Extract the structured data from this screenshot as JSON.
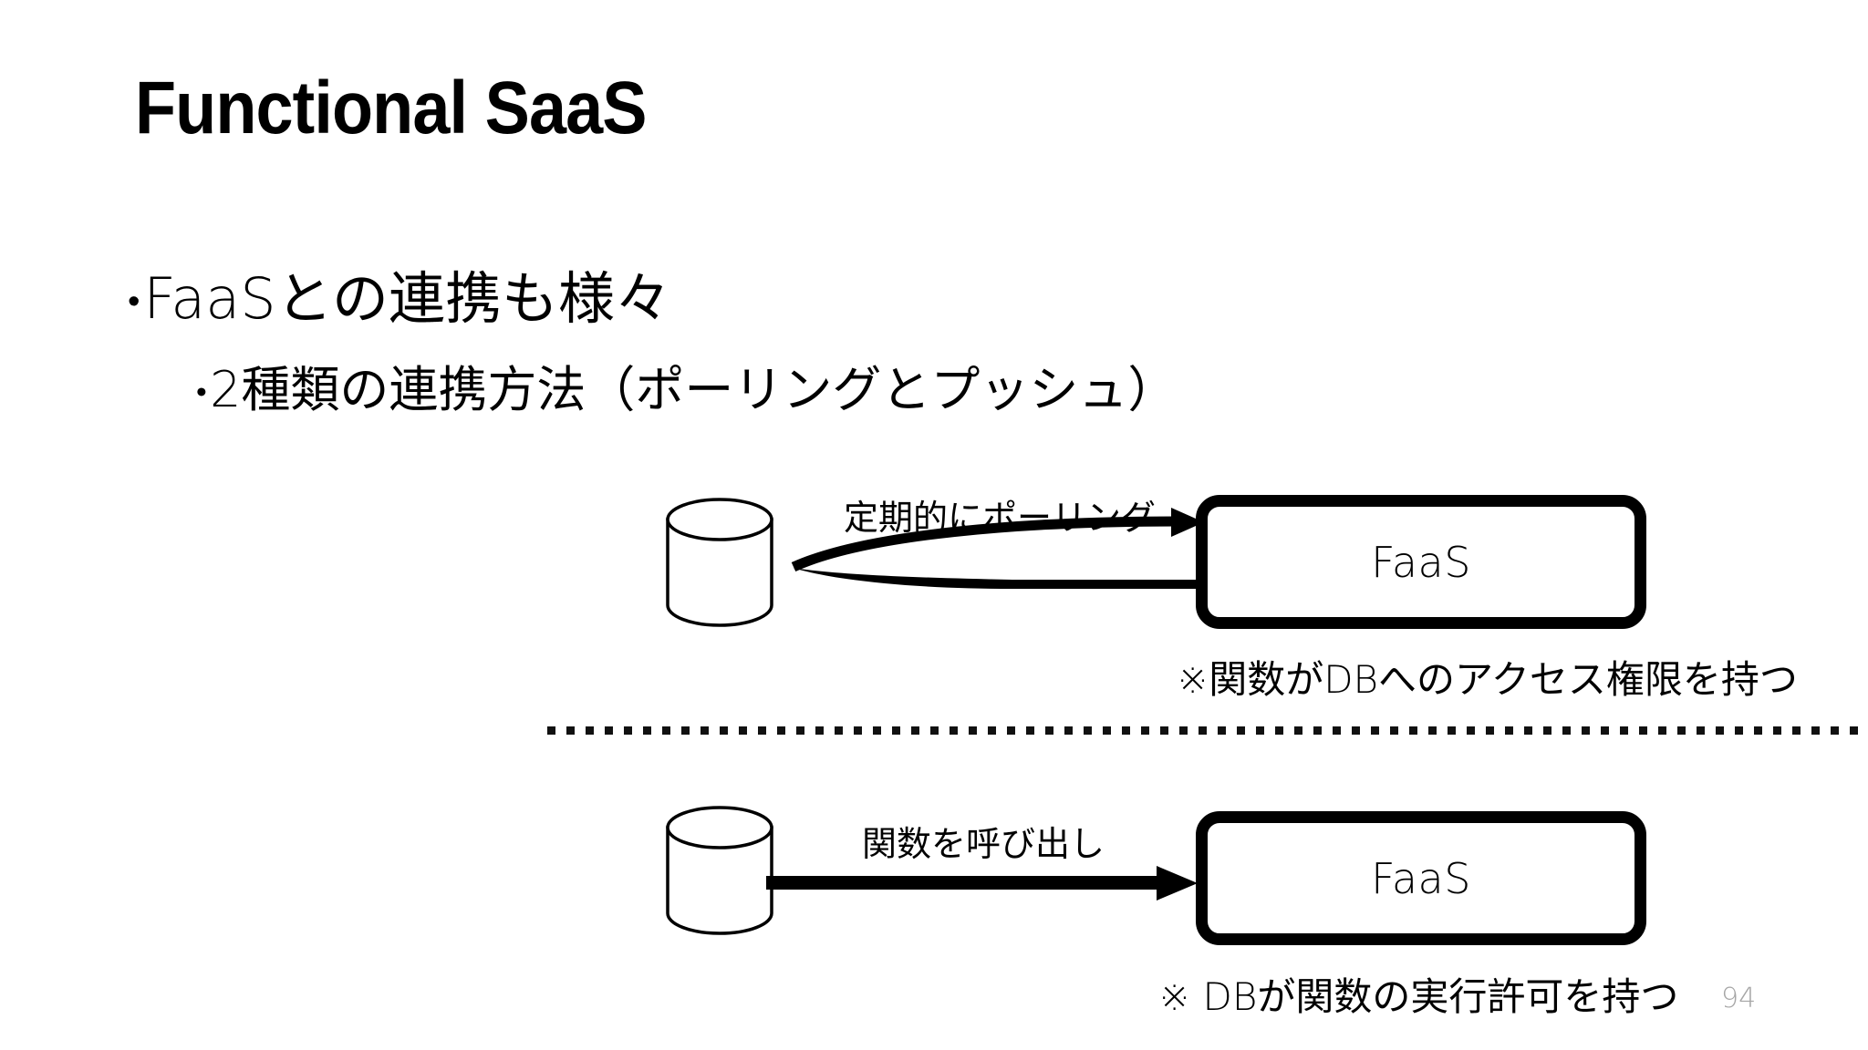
{
  "slide": {
    "title": "Functional SaaS",
    "page_number": "94",
    "background_color": "#ffffff",
    "text_color": "#000000",
    "page_number_color": "#a6a6a6"
  },
  "bullets": [
    {
      "level": 1,
      "marker": "•",
      "text": "FaaSとの連携も様々"
    },
    {
      "level": 2,
      "marker": "•",
      "text": "2種類の連携方法（ポーリングとプッシュ）"
    }
  ],
  "diagrams": [
    {
      "id": "polling",
      "source_icon": "database-cylinder",
      "arrow_label": "定期的にポーリング",
      "arrow_type": "bidirectional-curved",
      "target_label": "FaaS",
      "note": "※関数がDBへのアクセス権限を持つ"
    },
    {
      "id": "push",
      "source_icon": "database-cylinder",
      "arrow_label": "関数を呼び出し",
      "arrow_type": "straight-right",
      "target_label": "FaaS",
      "note": "※ DBが関数の実行許可を持つ"
    }
  ],
  "divider": {
    "style": "square-dotted",
    "color": "#111111"
  }
}
